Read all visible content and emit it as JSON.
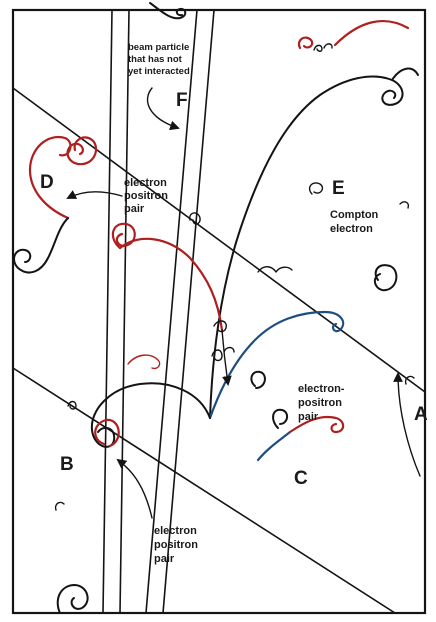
{
  "labels": {
    "A": "A",
    "B": "B",
    "C": "C",
    "D": "D",
    "E": "E",
    "F": "F"
  },
  "annotations": {
    "beam_line1": "beam particle",
    "beam_line2": "that has not",
    "beam_line3": "yet interacted",
    "d_line1": "electron",
    "d_line2": "positron",
    "d_line3": "pair",
    "compton_line1": "Compton",
    "compton_line2": "electron",
    "c_line1": "electron-",
    "c_line2": "positron",
    "c_line3": "pair",
    "b_line1": "electron",
    "b_line2": "positron",
    "b_line3": "pair"
  },
  "colors": {
    "track_black": "#141414",
    "track_red": "#b01f1f",
    "track_blue": "#1c4f80"
  }
}
